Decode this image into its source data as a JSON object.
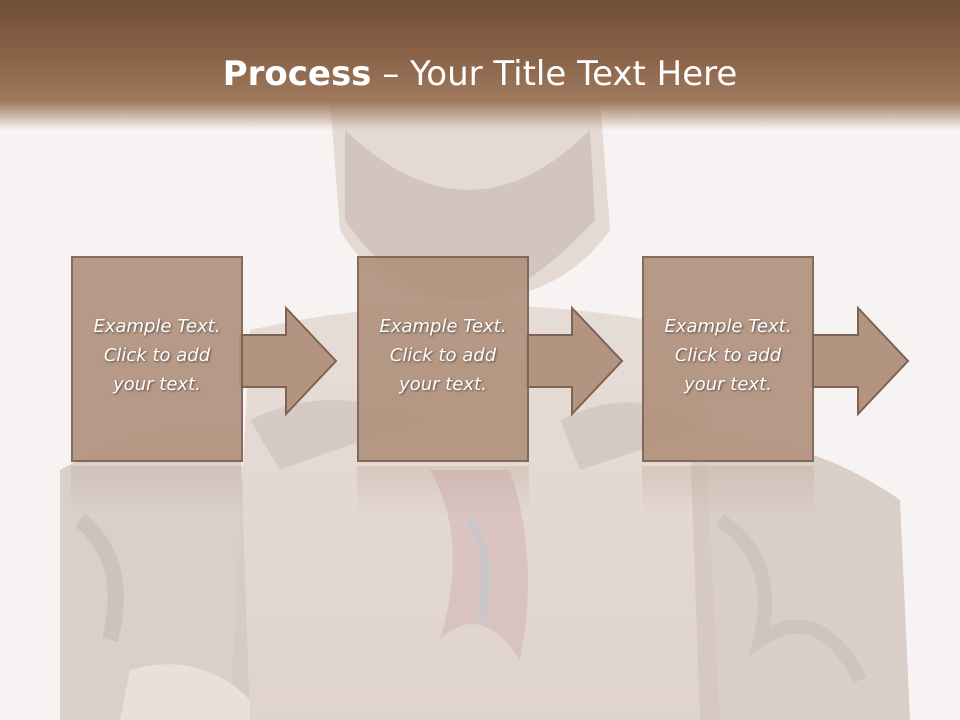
{
  "slide": {
    "title_bold": "Process",
    "title_rest": " – Your Title Text Here"
  },
  "steps": [
    {
      "line1": "Example Text.",
      "line2": "Click  to add",
      "line3": "your text."
    },
    {
      "line1": "Example Text.",
      "line2": "Click  to add",
      "line3": "your text."
    },
    {
      "line1": "Example Text.",
      "line2": "Click  to add",
      "line3": "your text."
    }
  ],
  "colors": {
    "header": "#6f4e37",
    "box_fill": "#b39480",
    "box_border": "#7d6353",
    "text": "#ffffff"
  },
  "icons": [
    "right-arrow-icon"
  ]
}
